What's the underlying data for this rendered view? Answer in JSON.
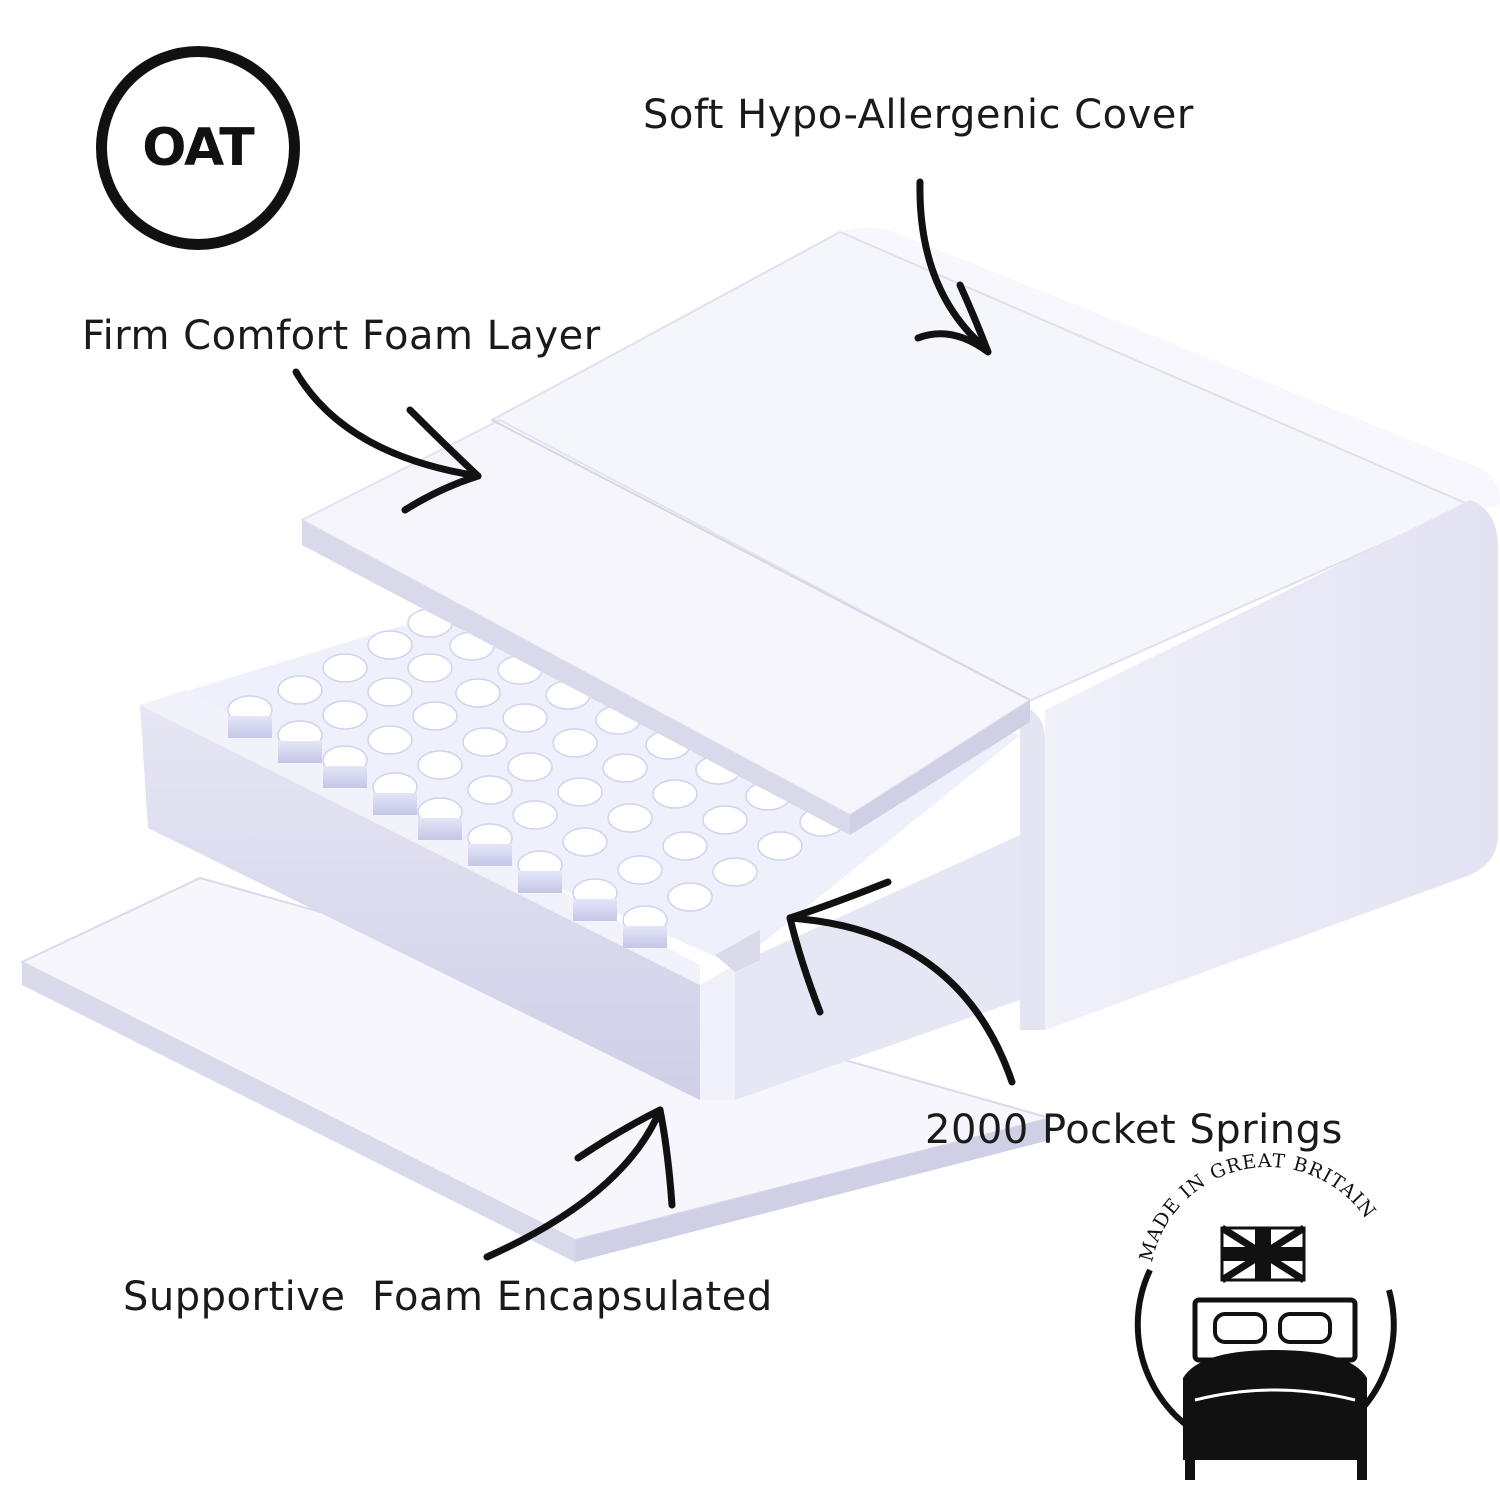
{
  "brand": {
    "logo_text": "OAT"
  },
  "layers": {
    "cover": "Soft Hypo-Allergenic Cover",
    "comfort": "Firm Comfort Foam Layer",
    "springs": "2000 Pocket Springs",
    "base": "Supportive  Foam Encapsulated"
  },
  "badge": {
    "text": "MADE IN GREAT BRITAIN",
    "flag_icon": "union-jack-icon",
    "bed_icon": "bed-icon"
  },
  "colors": {
    "foam_top": "#f5f5fb",
    "foam_side": "#d9d9ec",
    "cover_side": "#e9e9f6",
    "spring_top": "#ffffff",
    "spring_side": "#d2d4ee",
    "ink": "#111111"
  }
}
